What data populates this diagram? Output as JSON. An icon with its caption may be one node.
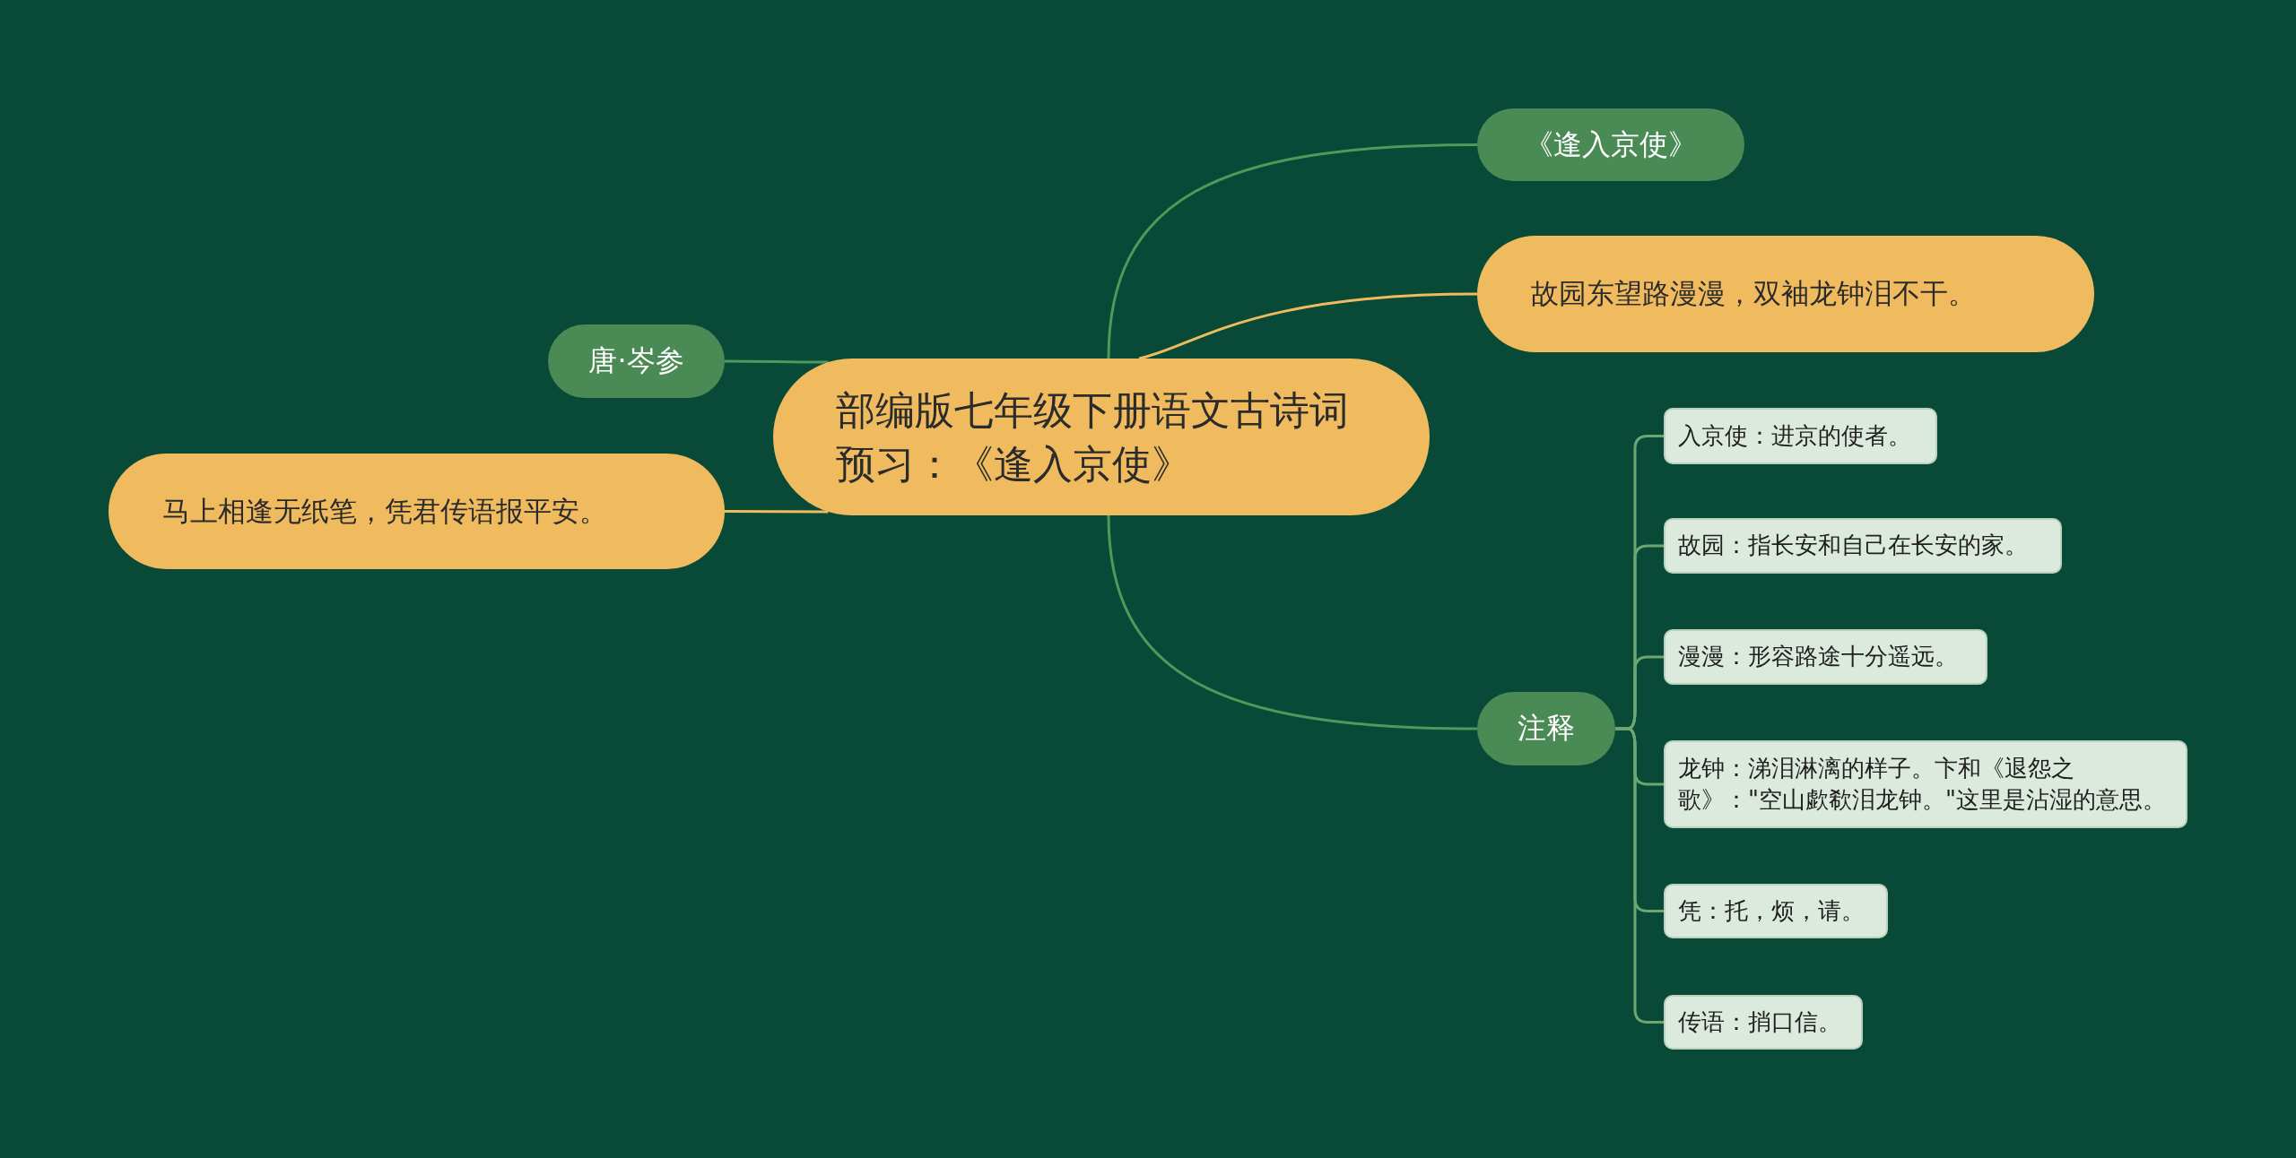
{
  "diagram": {
    "nodes": [
      {
        "text": [
          "部编版七年级下册语文古诗词预习：《逢入京使》"
        ]
      },
      {
        "text": [
          "《逢入京使》"
        ]
      },
      {
        "text": [
          "故园东望路漫漫，双袖龙钟泪不干。"
        ]
      },
      {
        "text": [
          "唐·岑参"
        ]
      },
      {
        "text": [
          "马上相逢无纸笔，凭君传语报平安。"
        ]
      },
      {
        "text": [
          "注释"
        ]
      },
      {
        "text": [
          "入京使：进京的使者。"
        ]
      },
      {
        "text": [
          "故园：指长安和自己在长安的家。"
        ]
      },
      {
        "text": [
          "漫漫：形容路途十分遥远。"
        ]
      },
      {
        "text": [
          "龙钟：涕泪淋漓的样子。卞和《退怨之歌》：\"空山歔欷泪龙钟。\"这里是沾湿的意思。"
        ]
      },
      {
        "text": [
          "凭：托，烦，请。"
        ]
      },
      {
        "text": [
          "传语：捎口信。"
        ]
      }
    ],
    "edges": [
      {
        "from": 0,
        "to": 1,
        "arrow": "none"
      },
      {
        "from": 0,
        "to": 2,
        "arrow": "none",
        "color": "#f0bb5e"
      },
      {
        "from": 0,
        "to": 3,
        "arrow": "none"
      },
      {
        "from": 0,
        "to": 4,
        "arrow": "none",
        "color": "#f0bb5e"
      },
      {
        "from": 0,
        "to": 5,
        "arrow": "none"
      },
      {
        "from": 5,
        "to": 6,
        "arrow": "none"
      },
      {
        "from": 5,
        "to": 7,
        "arrow": "none"
      },
      {
        "from": 5,
        "to": 8,
        "arrow": "none"
      },
      {
        "from": 5,
        "to": 9,
        "arrow": "none"
      },
      {
        "from": 5,
        "to": 10,
        "arrow": "none"
      },
      {
        "from": 5,
        "to": 11,
        "arrow": "none"
      }
    ]
  }
}
